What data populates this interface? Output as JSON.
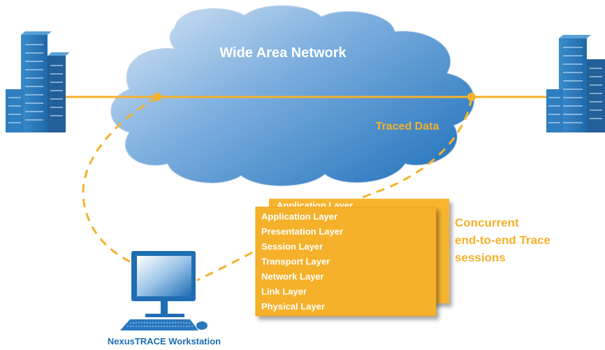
{
  "cloud": {
    "title": "Wide Area Network"
  },
  "traced_label": "Traced Data",
  "stack_back_top": "Application Layer",
  "layers": [
    "Application Layer",
    "Presentation Layer",
    "Session Layer",
    "Transport Layer",
    "Network Layer",
    "Link Layer",
    "Physical Layer"
  ],
  "sessions": {
    "line1": "Concurrent",
    "line2": "end-to-end Trace",
    "line3": "sessions"
  },
  "workstation_label": "NexusTRACE Workstation",
  "colors": {
    "accent": "#f5b12b",
    "building": "#2f7fc0",
    "cloud_light": "#cfe0f3",
    "cloud_dark": "#2a7bc2",
    "label_blue": "#1e6db4",
    "layer_text": "#ffffff"
  }
}
